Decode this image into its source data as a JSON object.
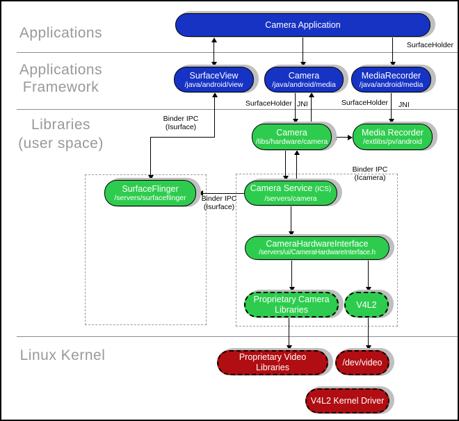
{
  "colors": {
    "app_blue": "#1633c4",
    "lib_green": "#2ecc4e",
    "kernel_red": "#b00e12",
    "shadow_gray": "#bfbfbf",
    "layer_label_gray": "#999999"
  },
  "layers": {
    "applications": "Applications",
    "framework_line1": "Applications",
    "framework_line2": "Framework",
    "libraries_line1": "Libraries",
    "libraries_line2": "(user space)",
    "linux_kernel": "Linux Kernel"
  },
  "boxes": {
    "camera_application": {
      "title": "Camera Application"
    },
    "surface_view": {
      "title": "SurfaceView",
      "subtitle": "/java/android/view"
    },
    "camera_framework": {
      "title": "Camera",
      "subtitle": "/java/android/media"
    },
    "media_recorder_framework": {
      "title": "MediaRecorder",
      "subtitle": "/java/android/media"
    },
    "camera_hal": {
      "title": "Camera",
      "subtitle": "/libs/hardware/camera"
    },
    "media_recorder_lib": {
      "title": "Media Recorder",
      "subtitle": "/extlibs/pv/android"
    },
    "surface_flinger": {
      "title": "SurfaceFlinger",
      "subtitle": "/servers/surfaceflinger"
    },
    "camera_service": {
      "title": "Camera Service",
      "title_suffix": "(ICS)",
      "subtitle": "/servers/camera"
    },
    "camera_hardware_interface": {
      "title": "CameraHardwareInterface",
      "subtitle": "/servers/ui/CameraHardwareInterface.h"
    },
    "proprietary_camera_libraries": {
      "title": "Proprietary Camera Libraries"
    },
    "v4l2": {
      "title": "V4L2"
    },
    "proprietary_video_libraries": {
      "title": "Proprietary Video Libraries"
    },
    "dev_video": {
      "title": "/dev/video"
    },
    "v4l2_kernel_driver": {
      "title": "V4L2 Kernel Driver"
    }
  },
  "labels": {
    "surfaceholder_top_right": "SurfaceHolder",
    "surfaceholder_camera": "SurfaceHolder",
    "jni_camera": "JNI",
    "surfaceholder_mediarecorder": "SurfaceHolder",
    "jni_mediarecorder": "JNI",
    "binder_ipc_isurface_upper": {
      "line1": "Binder IPC",
      "line2": "(Isurface)"
    },
    "binder_ipc_isurface_lower": {
      "line1": "Binder IPC",
      "line2": "(Isurface)"
    },
    "binder_ipc_icamera": {
      "line1": "Binder IPC",
      "line2": "(Icamera)"
    }
  }
}
